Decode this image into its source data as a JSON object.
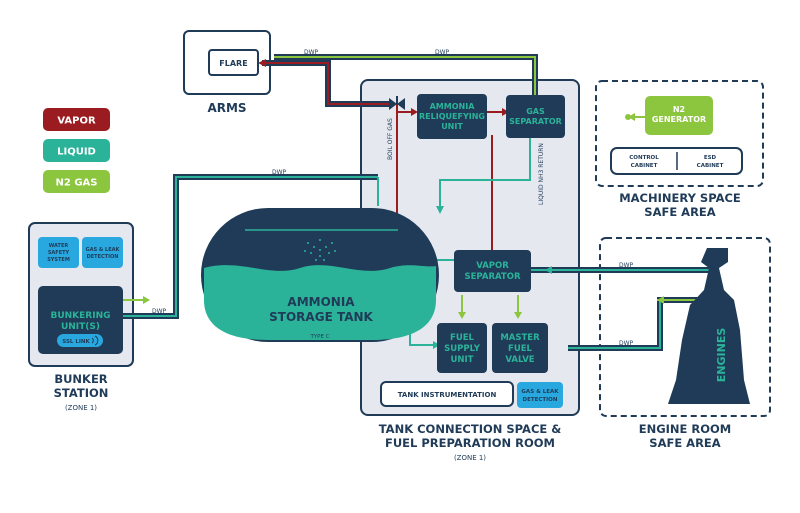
{
  "legend": {
    "vapor": "VAPOR",
    "liquid": "LIQUID",
    "n2_gas": "N2 GAS"
  },
  "colors": {
    "vapor": "#9b1c20",
    "liquid": "#2bb39a",
    "n2": "#8cc63f",
    "navy": "#1f3b57",
    "tank_room_bg": "#e6e8f0",
    "blue_box": "#29a8e0"
  },
  "arms": {
    "title": "ARMS",
    "flare": "FLARE"
  },
  "pipe_labels": {
    "dwp": "DWP",
    "boil_off_gas": "BOIL OFF GAS",
    "liquid_nh3_return": "LIQUID NH3 RETURN"
  },
  "tank_room": {
    "title_line1": "TANK CONNECTION SPACE &",
    "title_line2": "FUEL PREPARATION ROOM",
    "zone": "(ZONE 1)",
    "reliquefying_line1": "AMMONIA",
    "reliquefying_line2": "RELIQUEFYING",
    "reliquefying_line3": "UNIT",
    "gas_sep_line1": "GAS",
    "gas_sep_line2": "SEPARATOR",
    "vapor_sep_line1": "VAPOR",
    "vapor_sep_line2": "SEPARATOR",
    "fuel_supply_line1": "FUEL",
    "fuel_supply_line2": "SUPPLY",
    "fuel_supply_line3": "UNIT",
    "master_valve_line1": "MASTER",
    "master_valve_line2": "FUEL",
    "master_valve_line3": "VALVE",
    "tank_instrumentation": "TANK INSTRUMENTATION",
    "gas_leak_line1": "GAS & LEAK",
    "gas_leak_line2": "DETECTION"
  },
  "storage_tank": {
    "line1": "AMMONIA",
    "line2": "STORAGE TANK",
    "type": "TYPE C"
  },
  "bunker": {
    "title_line1": "BUNKER",
    "title_line2": "STATION",
    "zone": "(ZONE 1)",
    "water_line1": "WATER",
    "water_line2": "SAFETY",
    "water_line3": "SYSTEM",
    "leak_line1": "GAS & LEAK",
    "leak_line2": "DETECTION",
    "unit_line1": "BUNKERING",
    "unit_line2": "UNIT(S)",
    "ssl_link": "SSL LINK"
  },
  "machinery": {
    "title_line1": "MACHINERY SPACE",
    "title_line2": "SAFE AREA",
    "n2_line1": "N2",
    "n2_line2": "GENERATOR",
    "control_line1": "CONTROL",
    "control_line2": "CABINET",
    "esd_line1": "ESD",
    "esd_line2": "CABINET"
  },
  "engine_room": {
    "title_line1": "ENGINE ROOM",
    "title_line2": "SAFE AREA",
    "engines": "ENGINES"
  }
}
